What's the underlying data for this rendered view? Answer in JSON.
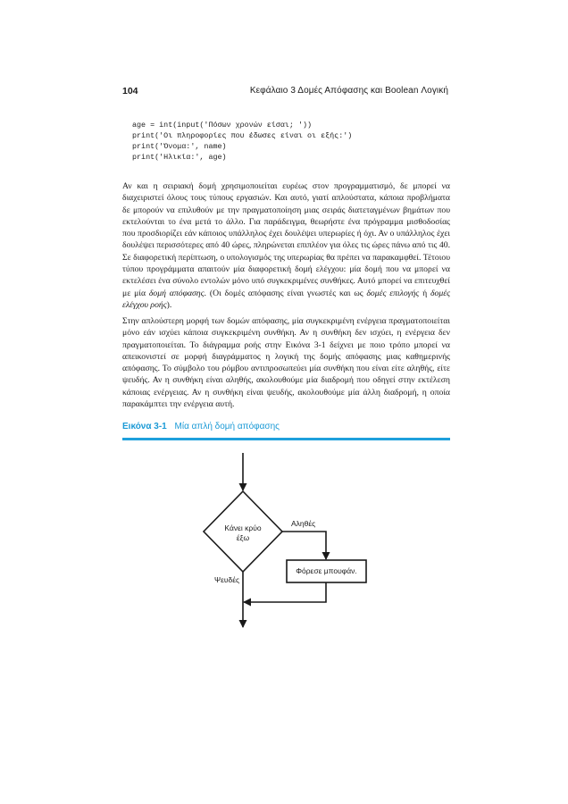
{
  "header": {
    "page_number": "104",
    "chapter_title": "Κεφάλαιο 3  Δομές Απόφασης και Boolean Λογική"
  },
  "code_lines": [
    "age = int(input('Πόσων χρονών είσαι; '))",
    "print('Οι πληροφορίες που έδωσες είναι οι εξής:')",
    "print('Όνομα:', name)",
    "print('Ηλικία:', age)"
  ],
  "paragraph1": {
    "text_a": "Αν και η σειριακή δομή χρησιμοποιείται ευρέως στον προγραμματισμό, δε μπορεί να διαχειριστεί όλους τους τύπους εργασιών. Και αυτό, γιατί απλούστατα, κάποια προβλήματα δε μπορούν να επιλυθούν με την πραγματοποίηση μιας σειράς διατεταγμένων βημάτων που εκτελούνται το ένα μετά το άλλο. Για παράδειγμα, θεωρήστε ένα πρόγραμμα μισθοδοσίας που προσδιορίζει εάν κάποιος υπάλληλος έχει δουλέψει υπερωρίες ή όχι. Αν ο υπάλληλος έχει δουλέψει περισσότερες από 40 ώρες, πληρώνεται επιπλέον για όλες τις ώρες πάνω από τις 40. Σε διαφορετική περίπτωση, ο υπολογισμός της υπερωρίας θα πρέπει να παρακαμφθεί. Τέτοιου τύπου προγράμματα απαιτούν μία διαφορετική δομή ελέγχου: μία δομή που να μπορεί να εκτελέσει ένα σύνολο εντολών μόνο υπό συγκεκριμένες συνθήκες. Αυτό μπορεί να επιτευχθεί με μία ",
    "em_a": "δομή απόφασης",
    "text_b": ". (Οι δομές απόφασης είναι γνωστές και ως ",
    "em_b": "δομές επιλογής",
    "text_c": " ή ",
    "em_c": "δομές ελέγχου ροής",
    "text_d": ")."
  },
  "paragraph2": "Στην απλούστερη μορφή των δομών απόφασης, μία συγκεκριμένη ενέργεια πραγματοποιείται μόνο εάν ισχύει κάποια συγκεκριμένη συνθήκη. Αν η συνθήκη δεν ισχύει, η ενέργεια δεν πραγματοποιείται. Το διάγραμμα ροής στην Εικόνα 3-1 δείχνει με ποιο τρόπο μπορεί να απεικονιστεί σε μορφή διαγράμματος η λογική της δομής απόφασης μιας καθημερινής απόφασης. Το σύμβολο του ρόμβου αντιπροσωπεύει μία συνθήκη που είναι είτε αληθής, είτε ψευδής. Αν η συνθήκη είναι αληθής, ακολουθούμε μία διαδρομή που οδηγεί στην εκτέλεση κάποιας ενέργειας. Αν η συνθήκη είναι ψευδής, ακολουθούμε μία άλλη διαδρομή, η οποία παρακάμπτει την ενέργεια αυτή.",
  "figure": {
    "label": "Εικόνα 3-1",
    "caption": "Μία απλή δομή απόφασης",
    "accent_color": "#1ea0dc",
    "decision_line1": "Κάνει κρύο",
    "decision_line2": "έξω",
    "true_label": "Αληθές",
    "false_label": "Ψευδές",
    "action_label": "Φόρεσε μπουφάν."
  }
}
